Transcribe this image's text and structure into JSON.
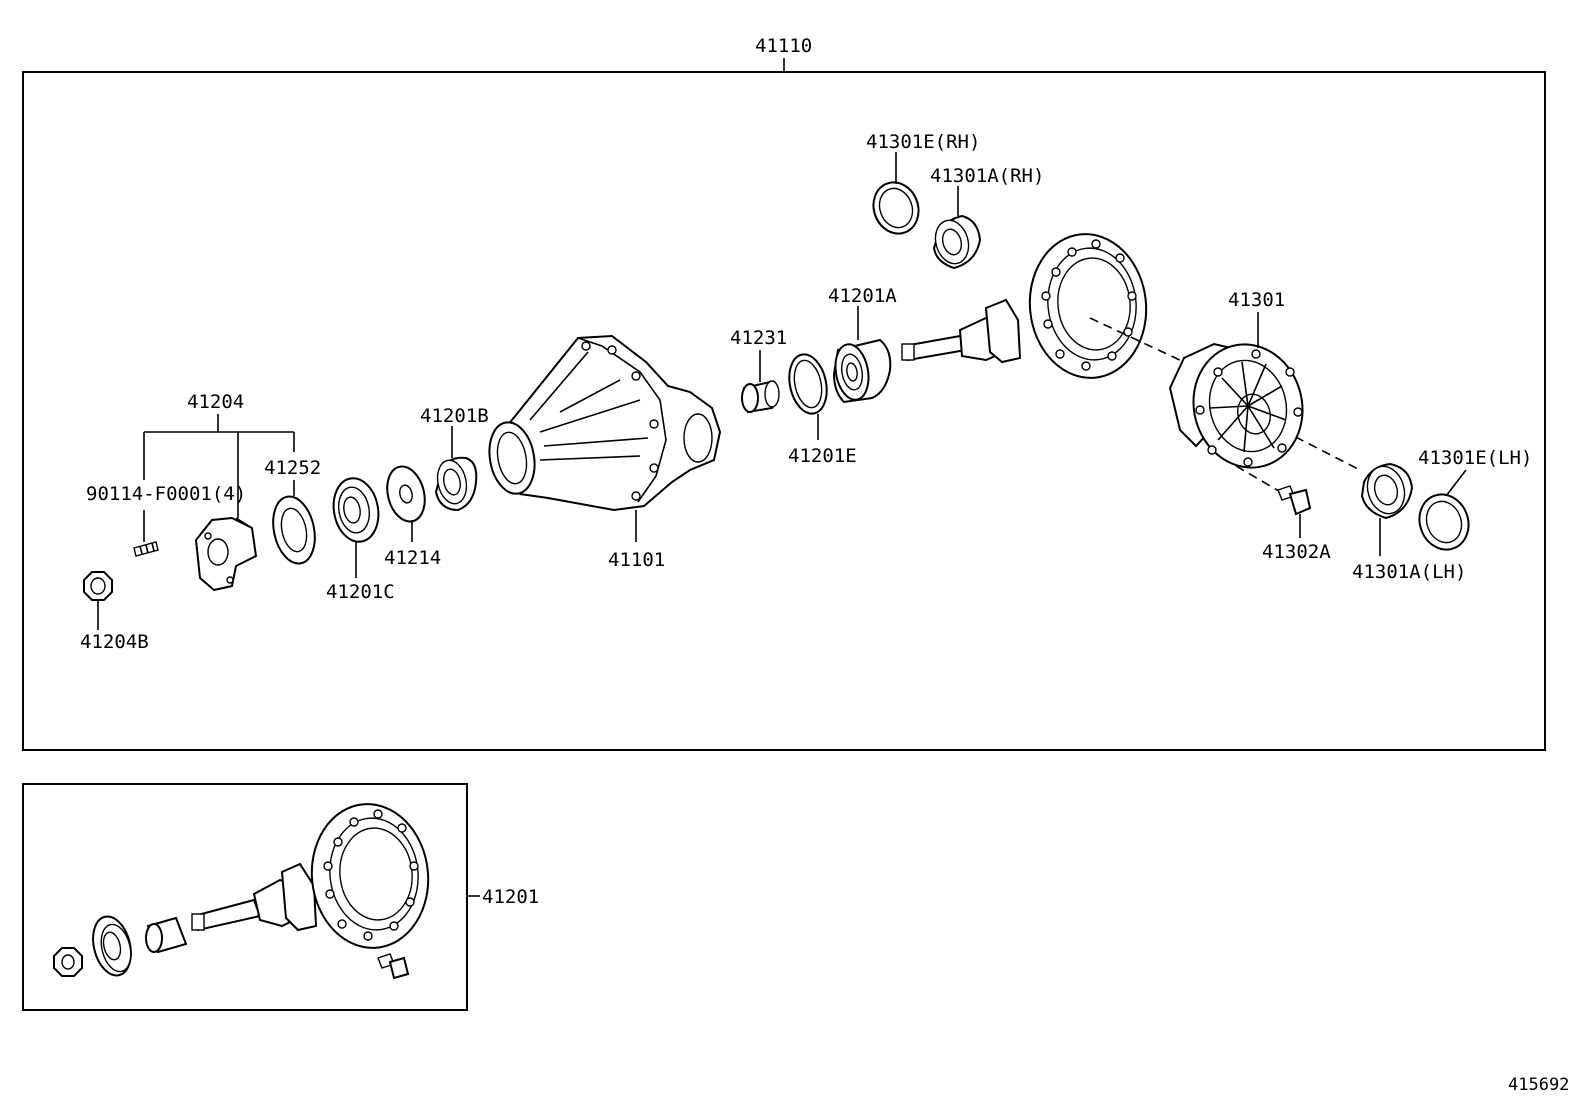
{
  "figure_id": "415692",
  "assembly": {
    "label": "41110",
    "parts": {
      "p41301E_RH": "41301E(RH)",
      "p41301A_RH": "41301A(RH)",
      "p41201A": "41201A",
      "p41301": "41301",
      "p41231": "41231",
      "p41201E": "41201E",
      "p41204": "41204",
      "p41201B": "41201B",
      "p41252": "41252",
      "p90114": "90114-F0001(4)",
      "p41214": "41214",
      "p41101": "41101",
      "p41201C": "41201C",
      "p41204B": "41204B",
      "p41302A": "41302A",
      "p41301E_LH": "41301E(LH)",
      "p41301A_LH": "41301A(LH)"
    }
  },
  "kit": {
    "label": "41201"
  }
}
